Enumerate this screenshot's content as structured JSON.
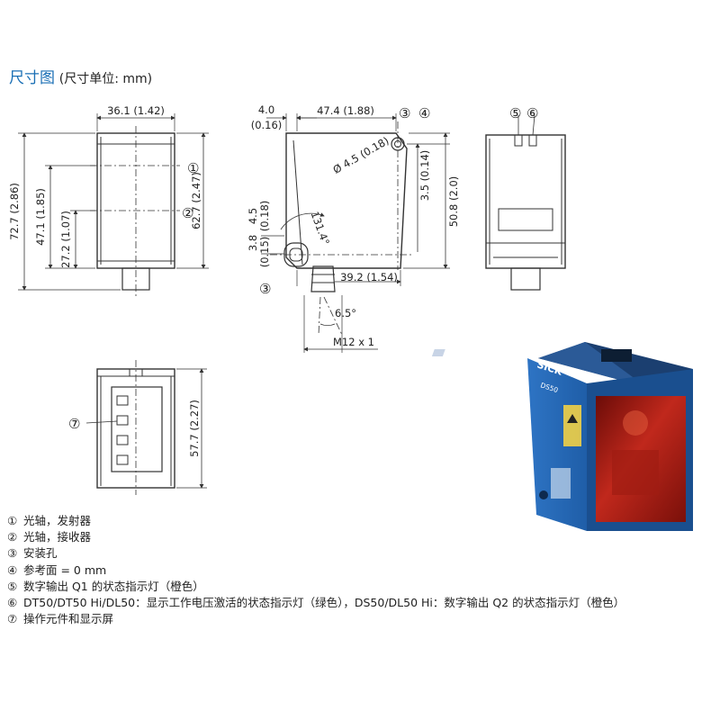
{
  "title": {
    "main": "尺寸图",
    "unit": "(尺寸单位: mm)"
  },
  "front_view": {
    "width": "36.1 (1.42)",
    "height_total": "72.7 (2.86)",
    "height_axis1": "47.1 (1.85)",
    "height_axis2": "27.2 (1.07)",
    "height_body": "62.7 (2.47)",
    "callout_1": "①",
    "callout_2": "②"
  },
  "side_view": {
    "offset": "4.0",
    "offset_in": "(0.16)",
    "length": "47.4 (1.88)",
    "hole_dia": "Ø 4.5 (0.18)",
    "ref_offset": "3.5 (0.14)",
    "height": "50.8 (2.0)",
    "hole_h": "4.5",
    "hole_h_in": "(0.18)",
    "slot": "3.8",
    "slot_in": "(0.15)",
    "angle": "131.4°",
    "base_len": "39.2 (1.54)",
    "tilt": "6.5°",
    "thread": "M12 x 1",
    "callout_3": "③",
    "callout_4": "④",
    "callout_3b": "③"
  },
  "back_view": {
    "callout_5": "⑤",
    "callout_6": "⑥"
  },
  "top_view": {
    "height": "57.7 (2.27)",
    "callout_7": "⑦"
  },
  "product": {
    "brand": "SICK",
    "model": "DS50"
  },
  "legend": [
    {
      "num": "①",
      "text": "光轴，发射器"
    },
    {
      "num": "②",
      "text": "光轴，接收器"
    },
    {
      "num": "③",
      "text": "安装孔"
    },
    {
      "num": "④",
      "text": "参考面 = 0 mm"
    },
    {
      "num": "⑤",
      "text": "数字输出 Q1 的状态指示灯（橙色）"
    },
    {
      "num": "⑥",
      "text": "DT50/DT50 Hi/DL50：显示工作电压激活的状态指示灯（绿色），DS50/DL50 Hi：数字输出 Q2 的状态指示灯（橙色）"
    },
    {
      "num": "⑦",
      "text": "操作元件和显示屏"
    }
  ]
}
